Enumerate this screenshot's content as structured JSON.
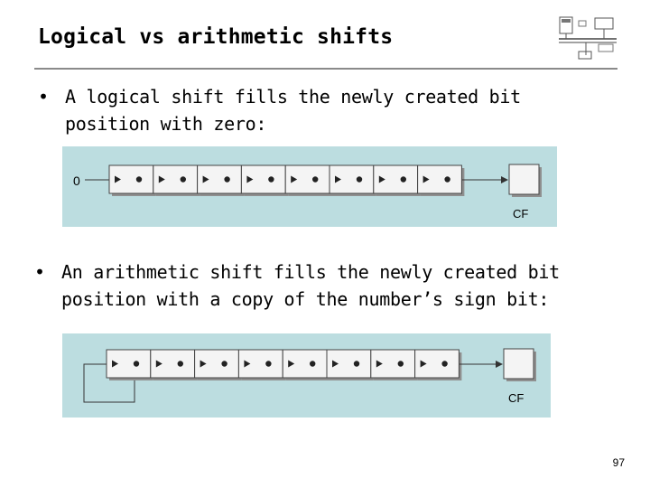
{
  "slide": {
    "title": "Logical vs arithmetic shifts",
    "page_number": "97"
  },
  "bullets": [
    {
      "line1": "A logical shift fills the newly created bit",
      "line2": "position with zero:"
    },
    {
      "line1": "An arithmetic shift fills the newly created bit",
      "line2": "position with a copy of the number’s sign bit:"
    }
  ],
  "diagrams": {
    "logical": {
      "fill_input": "0",
      "carry_label": "CF",
      "bits": 8
    },
    "arithmetic": {
      "carry_label": "CF",
      "bits": 8
    }
  },
  "colors": {
    "diagram_bg": "#bcdde0",
    "rule": "#8a8a8a"
  }
}
